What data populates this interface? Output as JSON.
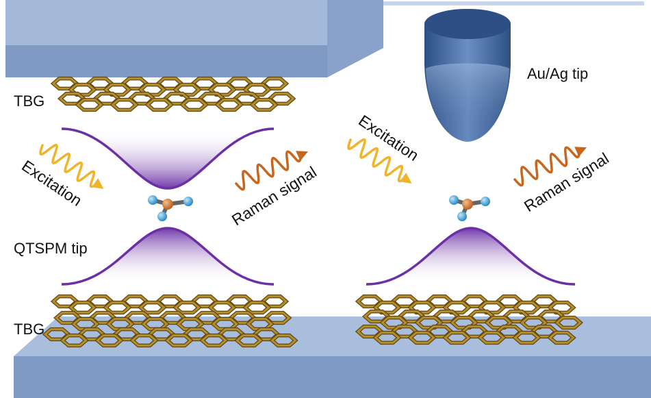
{
  "labels": {
    "tbg_top": "TBG",
    "tbg_bottom": "TBG",
    "qtspm_tip": "QTSPM tip",
    "au_ag_tip": "Au/Ag tip",
    "excitation_left": "Excitation",
    "excitation_right": "Excitation",
    "raman_left": "Raman signal",
    "raman_right": "Raman signal"
  },
  "colors": {
    "slab_top": "#c9d6ea",
    "slab_front": "#7f9ac4",
    "slab_side": "#9fb3d6",
    "graphene": "#b58e2c",
    "graphene_dark": "#5f4612",
    "gaussian": "#6b2fa6",
    "excitation_wave": "#f0b42a",
    "raman_wave": "#c8661e",
    "molecule_center": "#d97a2b",
    "molecule_atom": "#3fa5d6",
    "tip_body": "#4d73a8"
  },
  "icons": {
    "molecule": "molecule-icon",
    "tip": "metal-tip-icon"
  }
}
